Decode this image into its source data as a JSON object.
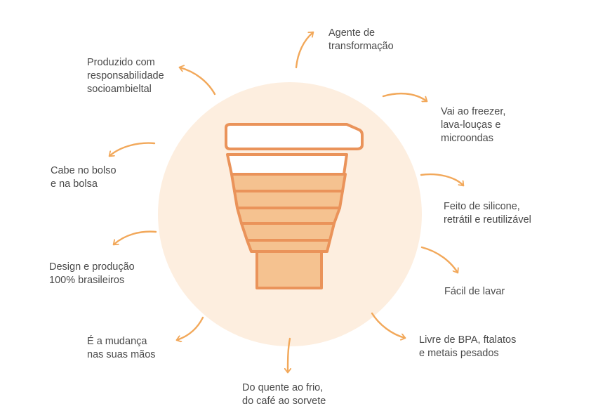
{
  "colors": {
    "circle": "#fdeedf",
    "arrow": "#f2a85a",
    "cup_outline": "#ea935a",
    "cup_fill": "#f5c290",
    "cup_lid": "#ffffff",
    "text": "#4a4a4a"
  },
  "icons": {
    "center": "collapsible-silicone-cup-icon",
    "arrows": "curved-arrow-icon"
  },
  "labels": {
    "agente": [
      "Agente de",
      "transformação"
    ],
    "freezer": [
      "Vai ao freezer,",
      "lava-louças e",
      "microondas"
    ],
    "silicone": [
      "Feito de silicone,",
      "retrátil e reutilizável"
    ],
    "lavar": [
      "Fácil de lavar"
    ],
    "bpa": [
      "Livre de BPA, ftalatos",
      "e metais pesados"
    ],
    "quente": [
      "Do quente ao frio,",
      "do café ao sorvete"
    ],
    "mudanca": [
      "É a mudança",
      "nas suas mãos"
    ],
    "design": [
      "Design e produção",
      "100% brasileiros"
    ],
    "bolso": [
      "Cabe no bolso",
      "e na bolsa"
    ],
    "produzido": [
      "Produzido com",
      "responsabilidade",
      "socioambieltal"
    ]
  }
}
